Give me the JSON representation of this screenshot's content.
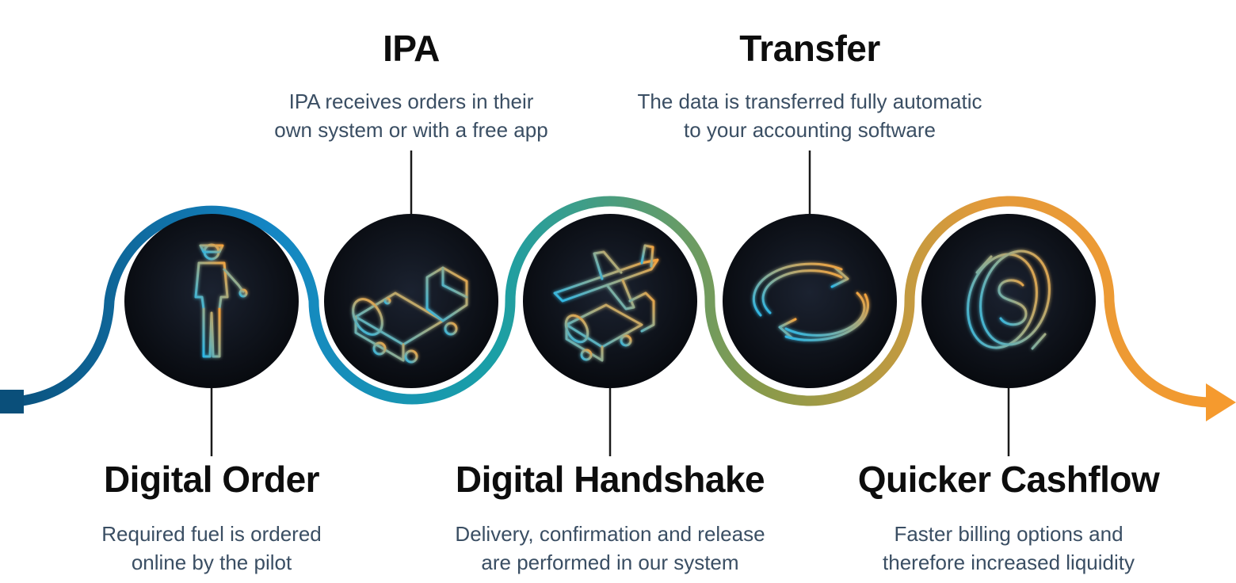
{
  "steps": [
    {
      "key": "digital-order",
      "title": "Digital Order",
      "desc": [
        "Required fuel is ordered",
        "online by the pilot"
      ],
      "icon": "pilot-icon",
      "label_side": "bottom"
    },
    {
      "key": "ipa",
      "title": "IPA",
      "desc": [
        "IPA receives orders in their",
        "own system or with a free app"
      ],
      "icon": "fuel-truck-icon",
      "label_side": "top"
    },
    {
      "key": "digital-handshake",
      "title": "Digital Handshake",
      "desc": [
        "Delivery, confirmation and release",
        "are performed in our system"
      ],
      "icon": "plane-and-truck-icon",
      "label_side": "bottom"
    },
    {
      "key": "transfer",
      "title": "Transfer",
      "desc": [
        "The data is transferred fully automatic",
        "to your accounting software"
      ],
      "icon": "sync-arrows-icon",
      "label_side": "top"
    },
    {
      "key": "quicker-cashflow",
      "title": "Quicker Cashflow",
      "desc": [
        "Faster billing options and",
        "therefore increased liquidity"
      ],
      "icon": "dollar-coin-icon",
      "label_side": "bottom"
    }
  ],
  "colors": {
    "path_start": "#0a4f7a",
    "path_mid1": "#1486c4",
    "path_mid2": "#1a9fa6",
    "path_mid3": "#8a9a4a",
    "path_end": "#f59a2e",
    "icon_cyan": "#29b6e8",
    "icon_orange": "#f7a23a",
    "circle_fill": "#0b0d12",
    "title": "#0d0d0d",
    "desc": "#3a4e63",
    "connector": "#1a1a1a"
  }
}
